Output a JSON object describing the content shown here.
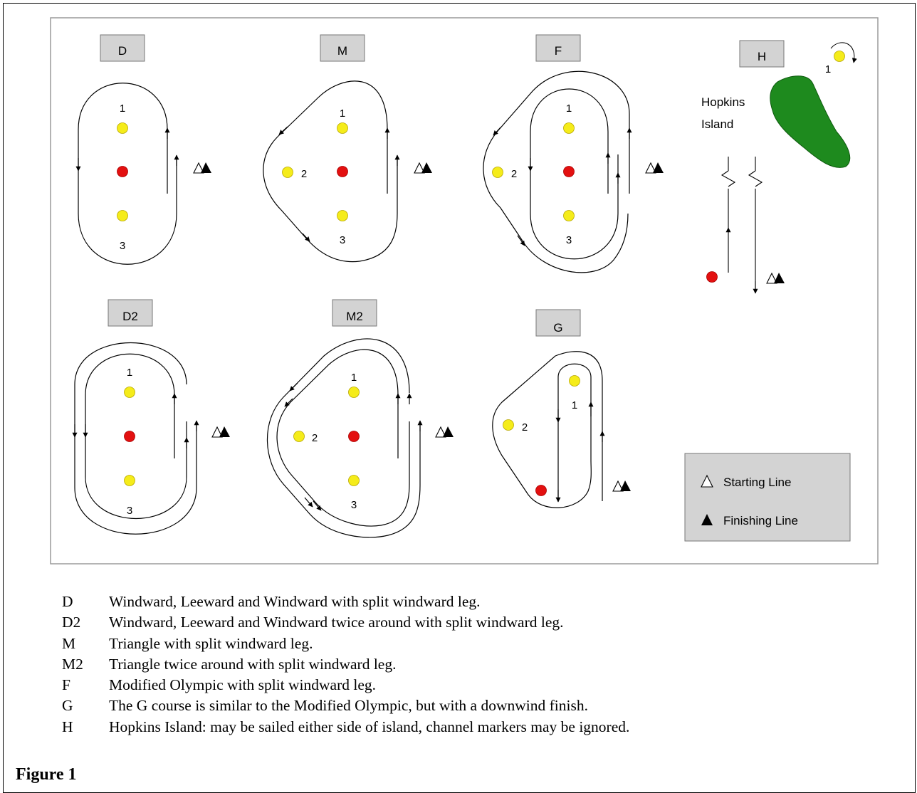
{
  "courses": {
    "D": {
      "label": "D",
      "marks": [
        "1",
        "3"
      ]
    },
    "M": {
      "label": "M",
      "marks": [
        "1",
        "2",
        "3"
      ]
    },
    "F": {
      "label": "F",
      "marks": [
        "1",
        "2",
        "3"
      ]
    },
    "H": {
      "label": "H",
      "marks": [
        "1"
      ],
      "island_name_line1": "Hopkins",
      "island_name_line2": "Island"
    },
    "D2": {
      "label": "D2",
      "marks": [
        "1",
        "3"
      ]
    },
    "M2": {
      "label": "M2",
      "marks": [
        "1",
        "2",
        "3"
      ]
    },
    "G": {
      "label": "G",
      "marks": [
        "1",
        "2"
      ]
    }
  },
  "line_key": {
    "starting": "Starting Line",
    "finishing": "Finishing Line"
  },
  "colors": {
    "turning_mark": "#f5ec1a",
    "start_finish_mark": "#e31010",
    "island": "#1e8a1e",
    "label_box": "#d3d3d3",
    "panel_border": "#9a9a9a"
  },
  "descriptions": [
    {
      "code": "D",
      "text": "Windward, Leeward and Windward with split windward leg."
    },
    {
      "code": "D2",
      "text": "Windward, Leeward and Windward twice around with split windward leg."
    },
    {
      "code": "M",
      "text": "Triangle with split windward leg."
    },
    {
      "code": "M2",
      "text": "Triangle twice around with split windward leg."
    },
    {
      "code": "F",
      "text": "Modified Olympic with split windward leg."
    },
    {
      "code": "G",
      "text": "The G course is similar to the Modified Olympic, but with a downwind finish."
    },
    {
      "code": "H",
      "text": "Hopkins Island: may be sailed either side of island, channel markers may be ignored."
    }
  ],
  "figure_label": "Figure 1"
}
